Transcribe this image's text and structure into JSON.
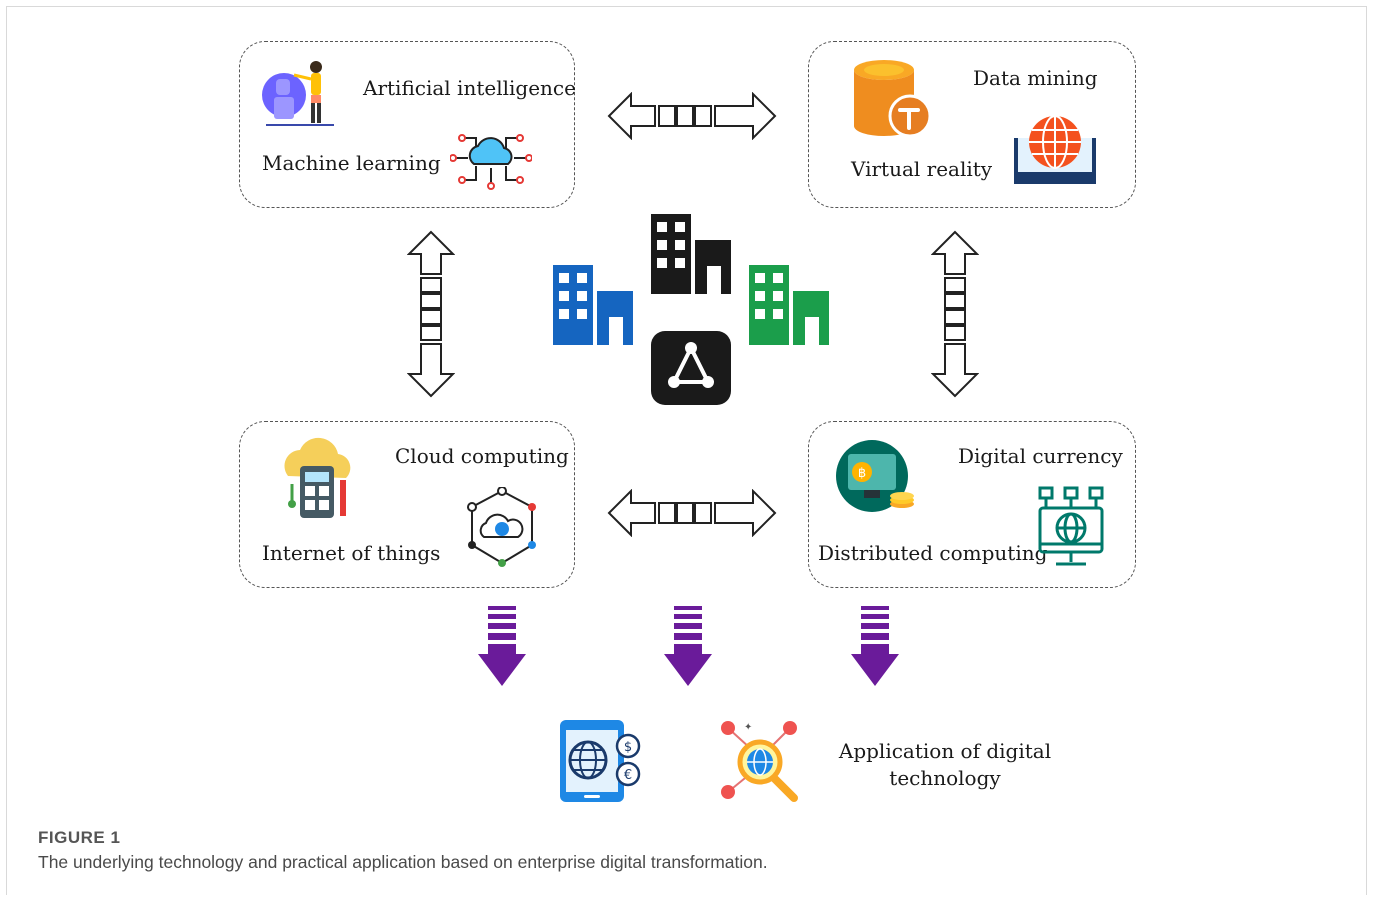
{
  "boxes": {
    "top_left": {
      "label_1": "Artificial intelligence",
      "label_2": "Machine learning"
    },
    "top_right": {
      "label_1": "Data mining",
      "label_2": "Virtual reality"
    },
    "bottom_left": {
      "label_1": "Cloud computing",
      "label_2": "Internet of things"
    },
    "bottom_right": {
      "label_1": "Digital currency",
      "label_2": "Distributed computing"
    }
  },
  "application": {
    "label_line_1": "Application of digital",
    "label_line_2": "technology"
  },
  "caption": {
    "figure_label": "FIGURE 1",
    "text": "The underlying technology and practical application based on enterprise digital transformation."
  },
  "icons": [
    "ai-robot-icon",
    "cloud-network-icon",
    "database-mining-icon",
    "vr-globe-icon",
    "iot-calculator-icon",
    "cloud-computing-icon",
    "bitcoin-monitor-icon",
    "distributed-network-icon",
    "building-blue-icon",
    "building-black-icon",
    "building-green-icon",
    "blockchain-icon",
    "tablet-currency-icon",
    "globe-search-icon"
  ],
  "colors": {
    "arrow_purple": "#6a1b9a",
    "building_blue": "#1565c0",
    "building_black": "#1a1a1a",
    "building_green": "#1b9e4b"
  }
}
